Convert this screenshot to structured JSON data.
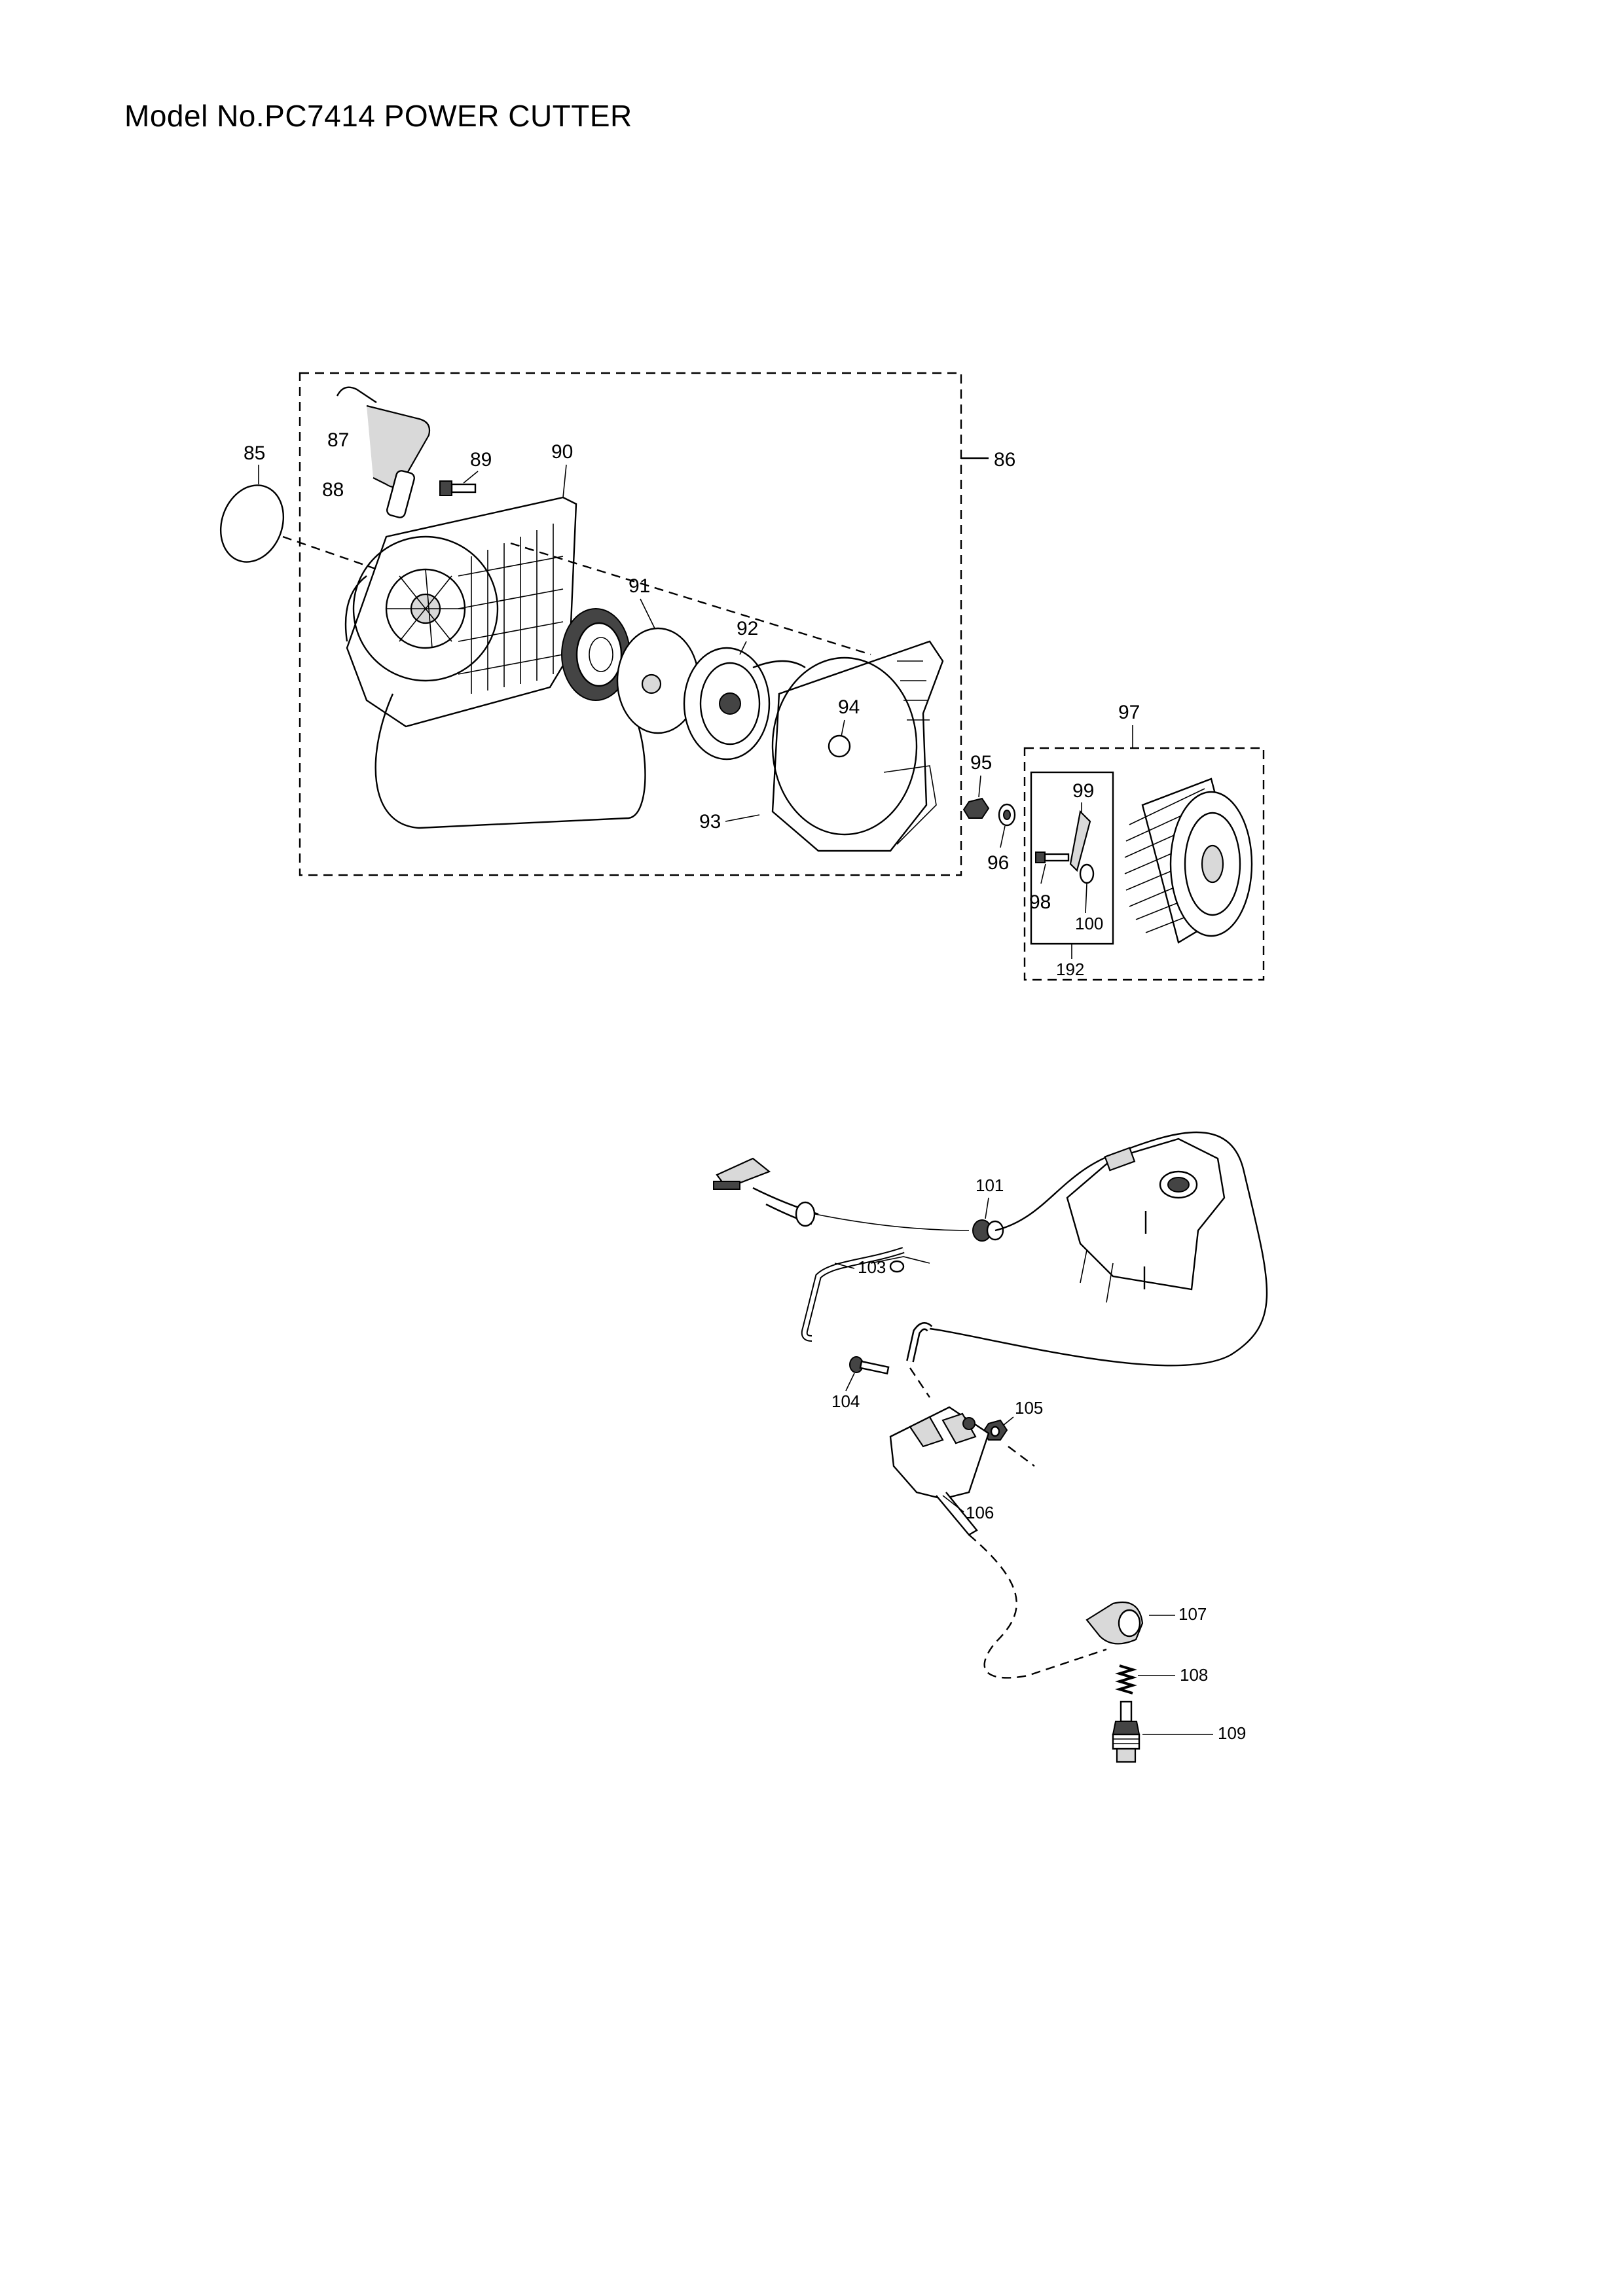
{
  "header": {
    "title": "Model No.PC7414 POWER CUTTER"
  },
  "callouts": {
    "c85": "85",
    "c86": "86",
    "c87": "87",
    "c88": "88",
    "c89": "89",
    "c90": "90",
    "c91": "91",
    "c92": "92",
    "c93": "93",
    "c94": "94",
    "c95": "95",
    "c96": "96",
    "c97": "97",
    "c98": "98",
    "c99": "99",
    "c100": "100",
    "c192": "192",
    "c101": "101",
    "c103": "103",
    "c104": "104",
    "c105": "105",
    "c106": "106",
    "c107": "107",
    "c108": "108",
    "c109": "109"
  }
}
